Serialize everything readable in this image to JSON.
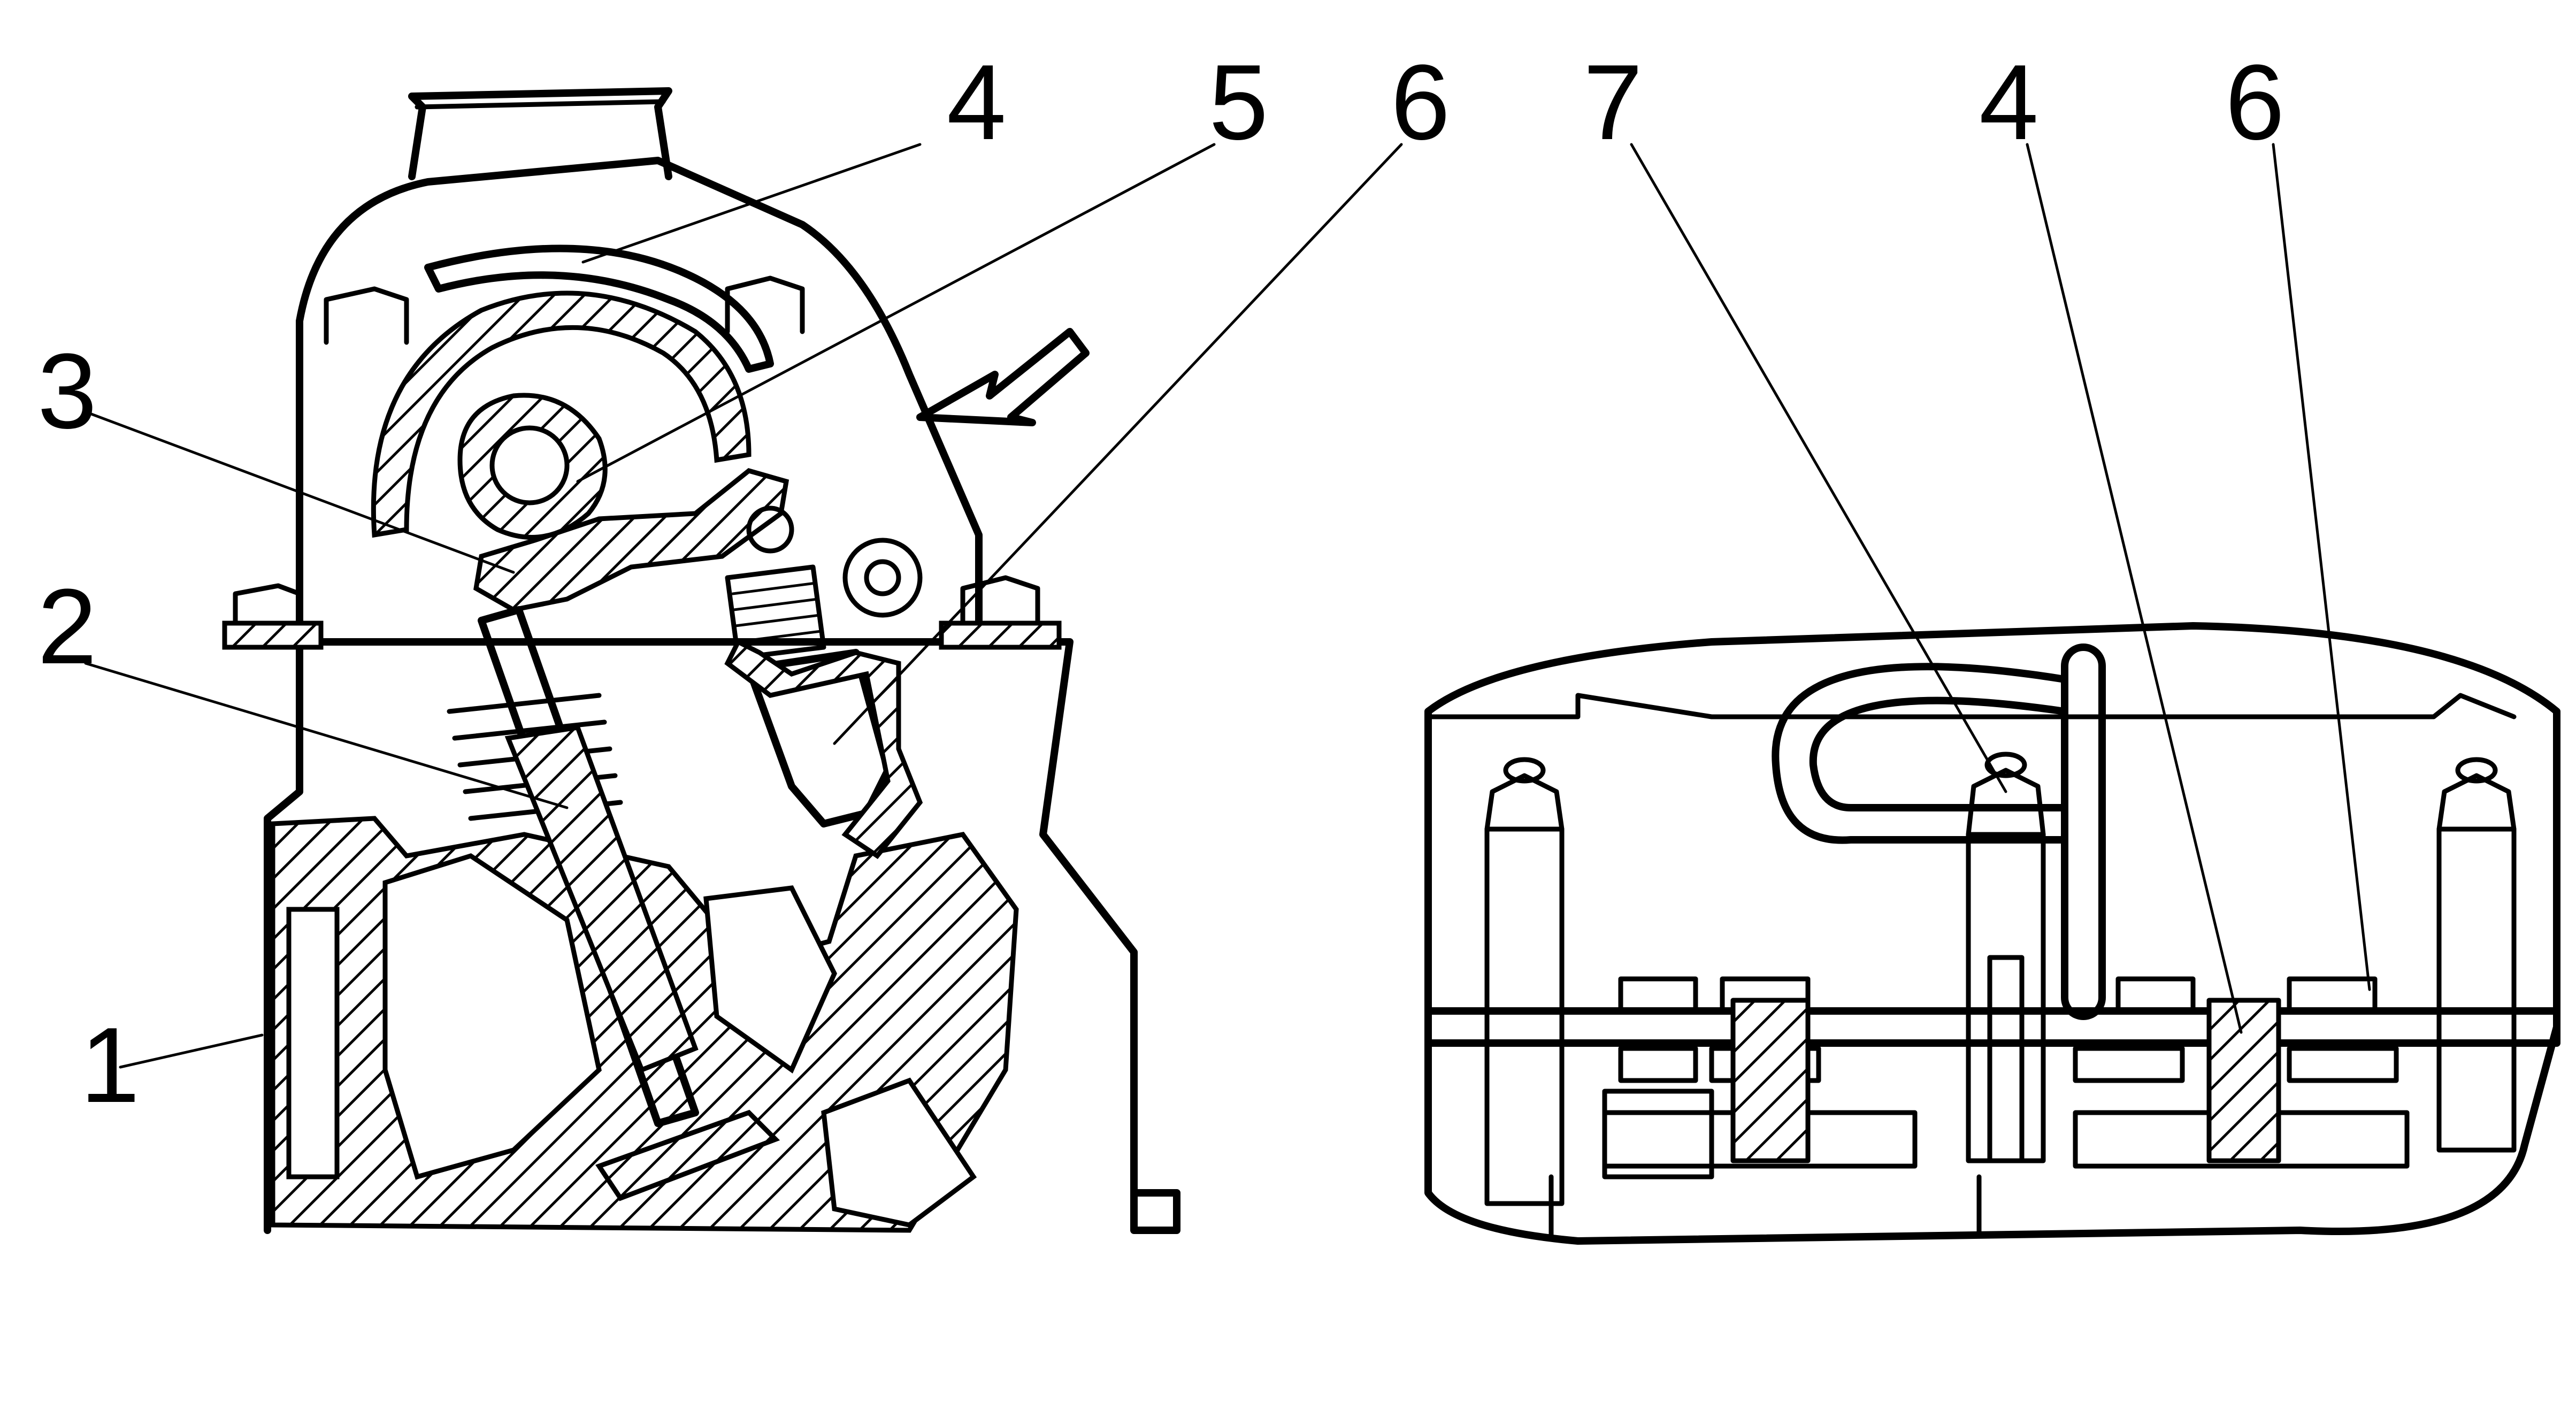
{
  "colors": {
    "ink": "#000000",
    "paper": "#ffffff"
  },
  "callouts": {
    "left": [
      {
        "id": "1",
        "text": "1"
      },
      {
        "id": "2",
        "text": "2"
      },
      {
        "id": "3",
        "text": "3"
      },
      {
        "id": "4",
        "text": "4"
      },
      {
        "id": "5",
        "text": "5"
      },
      {
        "id": "6",
        "text": "6"
      }
    ],
    "right": [
      {
        "id": "7",
        "text": "7"
      },
      {
        "id": "4",
        "text": "4"
      },
      {
        "id": "6",
        "text": "6"
      }
    ]
  },
  "icons": {
    "direction_arrow": "arrow-icon"
  }
}
